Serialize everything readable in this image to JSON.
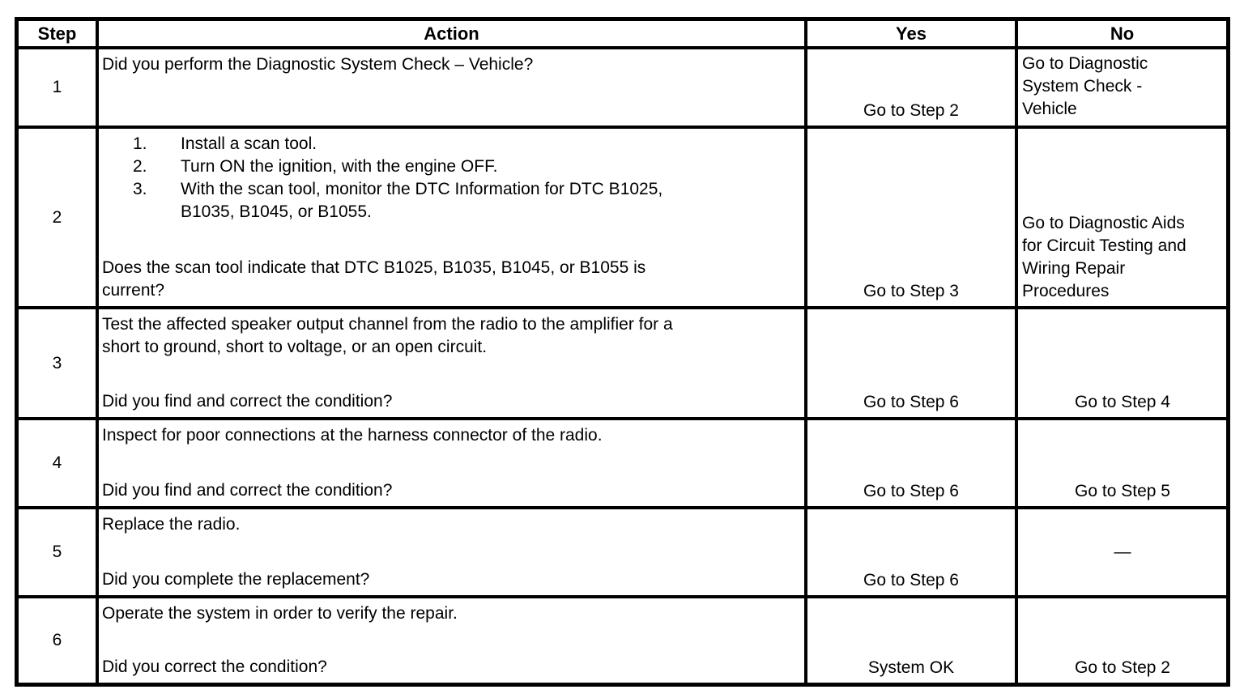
{
  "colors": {
    "border": "#000000",
    "background": "#ffffff",
    "text": "#000000"
  },
  "table": {
    "headers": {
      "step": "Step",
      "action": "Action",
      "yes": "Yes",
      "no": "No"
    },
    "rows": [
      {
        "step": "1",
        "action": {
          "lines": [
            "Did you perform the Diagnostic System Check – Vehicle?"
          ]
        },
        "yes": "Go to Step 2",
        "no_lines": [
          "Go to Diagnostic",
          "System Check -",
          "Vehicle"
        ]
      },
      {
        "step": "2",
        "action": {
          "list": [
            {
              "num": "1.",
              "lines": [
                "Install a scan tool."
              ]
            },
            {
              "num": "2.",
              "lines": [
                "Turn ON the ignition, with the engine OFF."
              ]
            },
            {
              "num": "3.",
              "lines": [
                "With the scan tool, monitor the DTC Information for DTC B1025,",
                "B1035, B1045, or B1055."
              ]
            }
          ],
          "question_lines": [
            "Does the scan tool indicate that DTC B1025, B1035, B1045, or B1055 is",
            "current?"
          ]
        },
        "yes": "Go to Step 3",
        "no_lines": [
          "Go to Diagnostic Aids",
          "for Circuit Testing and",
          "Wiring Repair",
          "Procedures"
        ]
      },
      {
        "step": "3",
        "action": {
          "lines": [
            "Test the affected speaker output channel from the radio to the amplifier for a",
            "short to ground, short to voltage, or an open circuit."
          ],
          "question_lines": [
            "Did you find and correct the condition?"
          ]
        },
        "yes": "Go to Step 6",
        "no": "Go to Step 4"
      },
      {
        "step": "4",
        "action": {
          "lines": [
            "Inspect for poor connections at the harness connector of the radio."
          ],
          "question_lines": [
            "Did you find and correct the condition?"
          ]
        },
        "yes": "Go to Step 6",
        "no": "Go to Step 5"
      },
      {
        "step": "5",
        "action": {
          "lines": [
            "Replace the radio."
          ],
          "question_lines": [
            "Did you complete the replacement?"
          ]
        },
        "yes": "Go to Step 6",
        "no": "—"
      },
      {
        "step": "6",
        "action": {
          "lines": [
            "Operate the system in order to verify the repair."
          ],
          "question_lines": [
            "Did you correct the condition?"
          ]
        },
        "yes": "System OK",
        "no": "Go to Step 2"
      }
    ]
  }
}
